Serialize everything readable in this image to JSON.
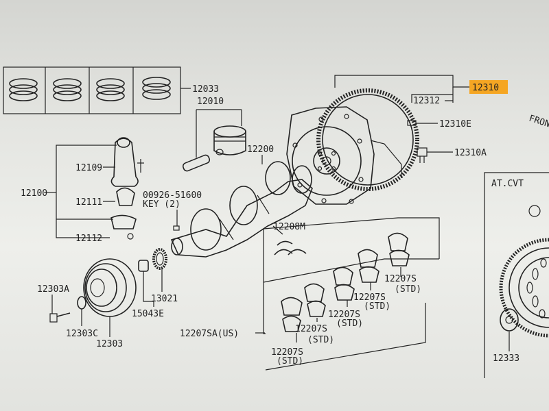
{
  "highlight_color": "#f5a623",
  "labels": {
    "p12033": "12033",
    "p12010": "12010",
    "p12109": "12109",
    "p12100": "12100",
    "p12111": "12111",
    "p12112": "12112",
    "key_part": "00926-51600",
    "key_desc": "KEY (2)",
    "p12200": "12200",
    "p12310": "12310",
    "p12312": "12312",
    "p12310e": "12310E",
    "p12310a": "12310A",
    "front": "FRONT",
    "at_cvt": "AT.CVT",
    "p12208m": "12208M",
    "p12303a": "12303A",
    "p12303c": "12303C",
    "p12303": "12303",
    "p15043e": "15043E",
    "p13021": "13021",
    "p12207sa": "12207SA(US)",
    "b1_num": "12207S",
    "b1_std": "(STD)",
    "b2_num": "12207S",
    "b2_std": "(STD)",
    "b3_num": "12207S",
    "b3_std": "(STD)",
    "b4_num": "12207S",
    "b4_std": "(STD)",
    "b5_num": "12207S",
    "b5_std": "(STD)",
    "p12333": "12333"
  }
}
